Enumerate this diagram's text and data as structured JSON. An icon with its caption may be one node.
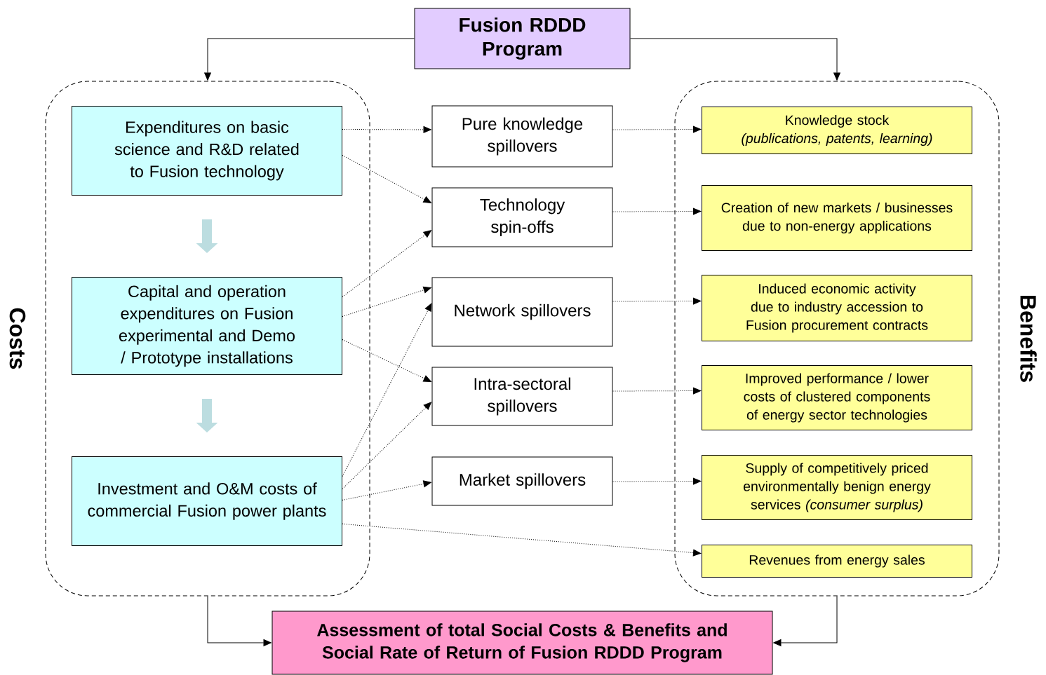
{
  "diagram": {
    "nodes": [
      {
        "text": [
          "Fusion RDDD Program"
        ]
      },
      {
        "text": [
          "Costs"
        ]
      },
      {
        "text": [
          "Expenditures on basic science and R&D related to Fusion technology"
        ],
        "in": 1
      },
      {
        "text": [
          "Capital and operation expenditures on Fusion experimental and Demo / Prototype installations"
        ],
        "in": 1
      },
      {
        "text": [
          "Investment and O&M costs of commercial Fusion power plants"
        ],
        "in": 1
      },
      {
        "text": [
          "Pure knowledge spillovers"
        ]
      },
      {
        "text": [
          "Technology spin-offs"
        ]
      },
      {
        "text": [
          "Network spillovers"
        ]
      },
      {
        "text": [
          "Intra-sectoral spillovers"
        ]
      },
      {
        "text": [
          "Market spillovers"
        ]
      },
      {
        "text": [
          "Benefits"
        ]
      },
      {
        "text": [
          "Knowledge stock",
          "(publications, patents, learning)"
        ],
        "in": 10
      },
      {
        "text": [
          "Creation of new markets / businesses due to non-energy applications"
        ],
        "in": 10
      },
      {
        "text": [
          "Induced economic activity due to industry accession to Fusion procurement contracts"
        ],
        "in": 10
      },
      {
        "text": [
          "Improved performance / lower costs of clustered components of energy sector technologies"
        ],
        "in": 10
      },
      {
        "text": [
          "Supply of competitively priced environmentally benign energy services *(consumer surplus)*"
        ],
        "in": 10
      },
      {
        "text": [
          "Revenues from energy sales"
        ],
        "in": 10
      },
      {
        "text": [
          "Assessment of total Social Costs & Benefits and Social Rate of Return of Fusion RDDD Program"
        ]
      }
    ],
    "edges": [
      {
        "from": 0,
        "to": 1,
        "arrow": "to"
      },
      {
        "from": 0,
        "to": 10,
        "arrow": "to"
      },
      {
        "from": 2,
        "to": 3,
        "arrow": "to",
        "style": "thick",
        "color": "#bcdde0"
      },
      {
        "from": 3,
        "to": 4,
        "arrow": "to",
        "style": "thick",
        "color": "#bcdde0"
      },
      {
        "from": 2,
        "to": 5,
        "arrow": "to",
        "style": "dashed"
      },
      {
        "from": 2,
        "to": 6,
        "arrow": "to",
        "style": "dashed"
      },
      {
        "from": 3,
        "to": 6,
        "arrow": "to",
        "style": "dashed"
      },
      {
        "from": 3,
        "to": 7,
        "arrow": "to",
        "style": "dashed"
      },
      {
        "from": 3,
        "to": 8,
        "arrow": "to",
        "style": "dashed"
      },
      {
        "from": 4,
        "to": 7,
        "arrow": "to",
        "style": "dashed"
      },
      {
        "from": 4,
        "to": 8,
        "arrow": "to",
        "style": "dashed"
      },
      {
        "from": 4,
        "to": 9,
        "arrow": "to",
        "style": "dashed"
      },
      {
        "from": 4,
        "to": 16,
        "arrow": "to",
        "style": "dashed"
      },
      {
        "from": 5,
        "to": 11,
        "arrow": "to",
        "style": "dashed"
      },
      {
        "from": 6,
        "to": 12,
        "arrow": "to",
        "style": "dashed"
      },
      {
        "from": 7,
        "to": 13,
        "arrow": "to",
        "style": "dashed"
      },
      {
        "from": 8,
        "to": 14,
        "arrow": "to",
        "style": "dashed"
      },
      {
        "from": 9,
        "to": 15,
        "arrow": "to",
        "style": "dashed"
      },
      {
        "from": 1,
        "to": 17,
        "arrow": "to"
      },
      {
        "from": 10,
        "to": 17,
        "arrow": "to"
      }
    ]
  }
}
